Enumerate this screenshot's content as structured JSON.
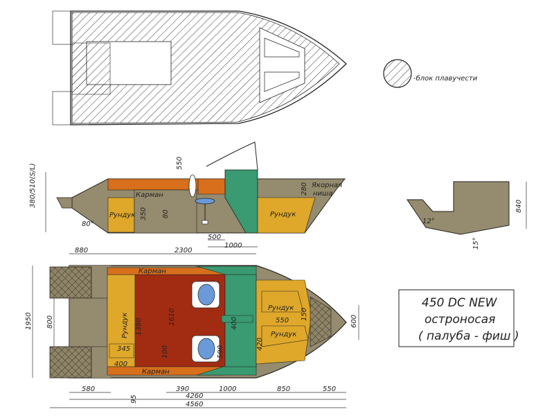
{
  "legend": {
    "label": "-блок плавучести"
  },
  "title_block": {
    "line1": "450 DC NEW",
    "line2": "остроносая",
    "line3": "( палуба - фиш )"
  },
  "side_view": {
    "labels": {
      "karman": "Карман",
      "rundyk_left": "Рундук",
      "rundyk_right": "Рундук",
      "anchor_line1": "Якорная",
      "anchor_line2": "ниша"
    },
    "dims": {
      "d550": "550",
      "d280": "280",
      "d350": "350",
      "d80": "80",
      "d500": "500",
      "d1000": "1000",
      "height": "380/510(S/L)",
      "angle": "80°"
    }
  },
  "section_view": {
    "dims": {
      "d840": "840",
      "angle12": "12°",
      "angle15": "15°"
    }
  },
  "top_view": {
    "labels": {
      "karman_top": "Карман",
      "karman_bottom": "Карман",
      "rundyk_stern": "Рундук",
      "rundyk_bow1": "Рундук",
      "rundyk_bow2": "Рундук"
    },
    "dims": {
      "d880": "880",
      "d2300": "2300",
      "d1950": "1950",
      "d800": "800",
      "d1380": "1380",
      "d1610": "1610",
      "d345": "345",
      "d400a": "400",
      "d100": "100",
      "d590": "590",
      "d400b": "400",
      "d550a": "550",
      "d150": "150",
      "d420": "420",
      "d600": "600",
      "d580": "580",
      "d390": "390",
      "d1000": "1000",
      "d850": "850",
      "d550b": "550",
      "d95": "95",
      "d4260": "4260",
      "d4560": "4560"
    }
  }
}
